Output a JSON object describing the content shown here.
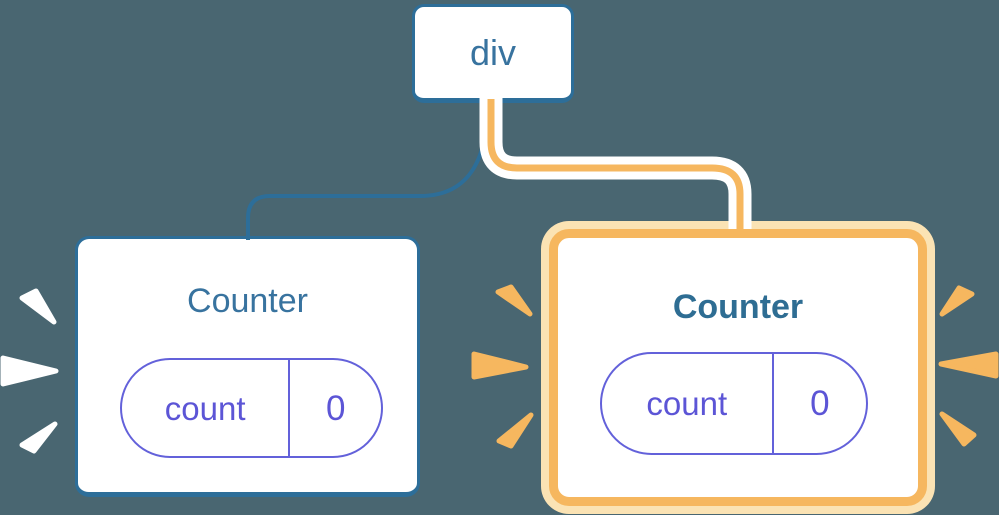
{
  "diagram": {
    "description": "component-tree-state-diagram",
    "root": {
      "label": "div"
    },
    "children": [
      {
        "title": "Counter",
        "state": {
          "key": "count",
          "value": "0"
        },
        "highlighted": false,
        "burst_color": "white"
      },
      {
        "title": "Counter",
        "state": {
          "key": "count",
          "value": "0"
        },
        "highlighted": true,
        "burst_color": "orange"
      }
    ]
  },
  "colors": {
    "background": "#496671",
    "node_border_blue": "#2D6E99",
    "node_text_blue": "#38739F",
    "highlighted_title_blue": "#2E6D93",
    "pill_indigo": "#6361DA",
    "pill_text_indigo": "#5C55D6",
    "highlight_orange": "#F6B75F",
    "highlight_cream": "#FBE3B4",
    "card_fill": "#FFFFFF"
  }
}
